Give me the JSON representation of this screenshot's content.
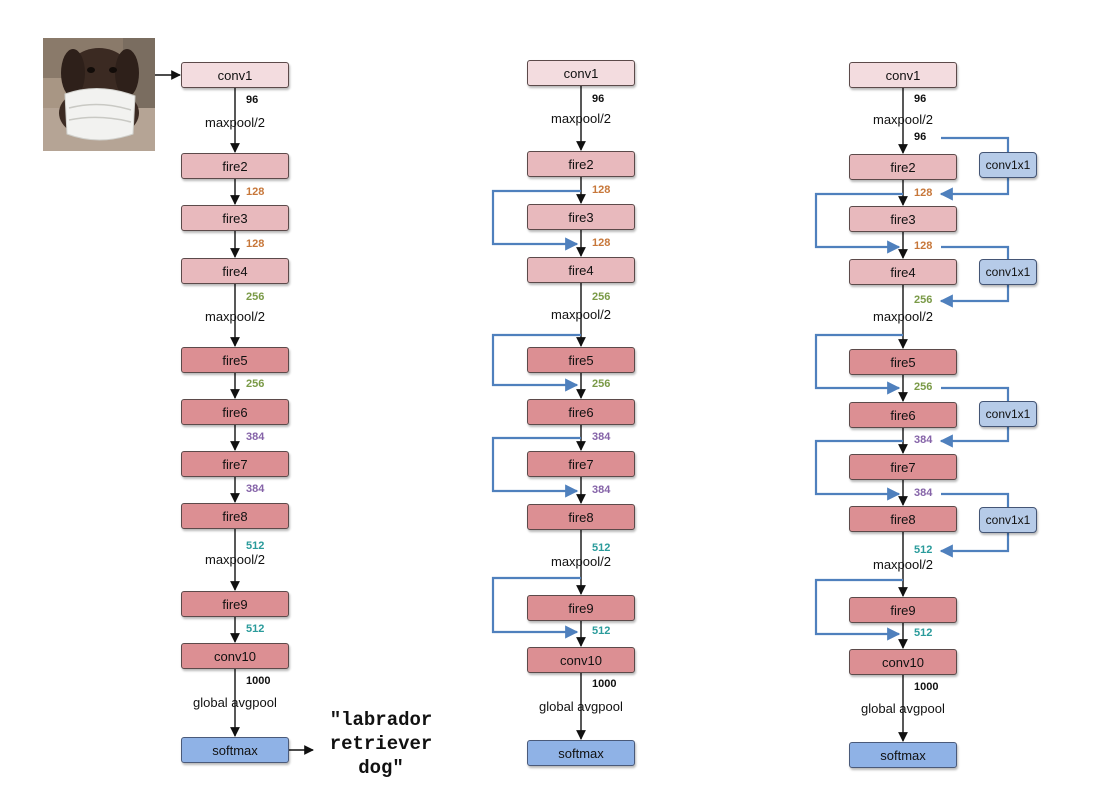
{
  "input": {
    "output_label": "\"labrador retriever dog\""
  },
  "columns": [
    {
      "layers": [
        {
          "label": "conv1",
          "style": "lvl0"
        },
        {
          "label": "fire2",
          "style": "lvl1"
        },
        {
          "label": "fire3",
          "style": "lvl1"
        },
        {
          "label": "fire4",
          "style": "lvl1"
        },
        {
          "label": "fire5",
          "style": "lvl2"
        },
        {
          "label": "fire6",
          "style": "lvl2"
        },
        {
          "label": "fire7",
          "style": "lvl2"
        },
        {
          "label": "fire8",
          "style": "lvl2"
        },
        {
          "label": "fire9",
          "style": "lvl2"
        },
        {
          "label": "conv10",
          "style": "lvl2"
        },
        {
          "label": "softmax",
          "style": "blue"
        }
      ],
      "channels": [
        "96",
        "128",
        "128",
        "256",
        "256",
        "384",
        "384",
        "512",
        "512",
        "1000"
      ],
      "pool_labels": [
        "maxpool/2",
        "maxpool/2",
        "maxpool/2",
        "global avgpool"
      ]
    },
    {
      "layers": [
        {
          "label": "conv1",
          "style": "lvl0"
        },
        {
          "label": "fire2",
          "style": "lvl1"
        },
        {
          "label": "fire3",
          "style": "lvl1"
        },
        {
          "label": "fire4",
          "style": "lvl1"
        },
        {
          "label": "fire5",
          "style": "lvl2"
        },
        {
          "label": "fire6",
          "style": "lvl2"
        },
        {
          "label": "fire7",
          "style": "lvl2"
        },
        {
          "label": "fire8",
          "style": "lvl2"
        },
        {
          "label": "fire9",
          "style": "lvl2"
        },
        {
          "label": "conv10",
          "style": "lvl2"
        },
        {
          "label": "softmax",
          "style": "blue"
        }
      ],
      "channels": [
        "96",
        "128",
        "128",
        "256",
        "256",
        "384",
        "384",
        "512",
        "512",
        "1000"
      ],
      "pool_labels": [
        "maxpool/2",
        "maxpool/2",
        "maxpool/2",
        "global avgpool"
      ]
    },
    {
      "layers": [
        {
          "label": "conv1",
          "style": "lvl0"
        },
        {
          "label": "fire2",
          "style": "lvl1"
        },
        {
          "label": "fire3",
          "style": "lvl1"
        },
        {
          "label": "fire4",
          "style": "lvl1"
        },
        {
          "label": "fire5",
          "style": "lvl2"
        },
        {
          "label": "fire6",
          "style": "lvl2"
        },
        {
          "label": "fire7",
          "style": "lvl2"
        },
        {
          "label": "fire8",
          "style": "lvl2"
        },
        {
          "label": "fire9",
          "style": "lvl2"
        },
        {
          "label": "conv10",
          "style": "lvl2"
        },
        {
          "label": "softmax",
          "style": "blue"
        }
      ],
      "channels": [
        "96",
        "96",
        "128",
        "128",
        "256",
        "256",
        "384",
        "384",
        "512",
        "512",
        "1000"
      ],
      "pool_labels": [
        "maxpool/2",
        "maxpool/2",
        "maxpool/2",
        "global avgpool"
      ],
      "bypass_conv_label": "conv1x1"
    }
  ],
  "colors": {
    "bypass_arrow": "#4f80bd",
    "channel_96": "#111111",
    "channel_128": "#c7773a",
    "channel_256": "#7a9a47",
    "channel_384": "#8563a8",
    "channel_512": "#2a9b9b",
    "channel_1000": "#111111"
  }
}
